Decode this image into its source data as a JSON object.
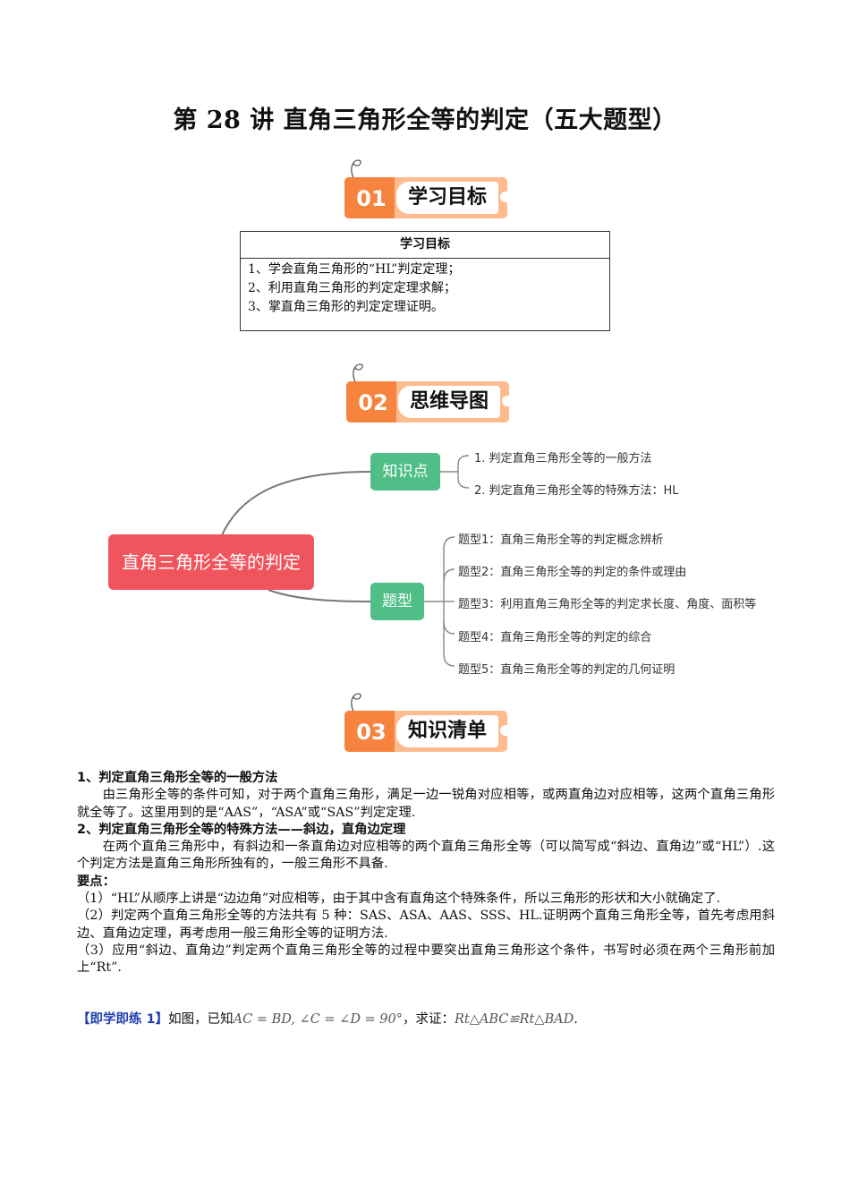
{
  "title": "第 28 讲  直角三角形全等的判定（五大题型）",
  "sections": [
    {
      "num": "01",
      "label": "学习目标"
    },
    {
      "num": "02",
      "label": "思维导图"
    },
    {
      "num": "03",
      "label": "知识清单"
    }
  ],
  "colors": {
    "banner_primary": "#f6843f",
    "banner_light": "#fdbb8e",
    "root_node": "#f0545c",
    "branch_node": "#4fbf87",
    "exercise_tag": "#1f3fb0"
  },
  "goals": {
    "header": "学习目标",
    "items": [
      "1、学会直角三角形的“HL”判定定理；",
      "2、利用直角三角形的判定定理求解；",
      "3、掌直角三角形的判定定理证明。"
    ]
  },
  "mindmap": {
    "root": "直角三角形全等的判定",
    "branches": [
      {
        "label": "知识点",
        "leaves": [
          "1. 判定直角三角形全等的一般方法",
          "2. 判定直角三角形全等的特殊方法：HL"
        ]
      },
      {
        "label": "题型",
        "leaves": [
          "题型1：直角三角形全等的判定概念辨析",
          "题型2：直角三角形全等的判定的条件或理由",
          "题型3：利用直角三角形全等的判定求长度、角度、面积等",
          "题型4：直角三角形全等的判定的综合",
          "题型5：直角三角形全等的判定的几何证明"
        ]
      }
    ]
  },
  "knowledge": {
    "h1": "1、判定直角三角形全等的一般方法",
    "p1": "由三角形全等的条件可知，对于两个直角三角形，满足一边一锐角对应相等，或两直角边对应相等，这两个直角三角形就全等了。这里用到的是“AAS”，“ASA”或“SAS”判定定理.",
    "h2": "2、判定直角三角形全等的特殊方法——斜边，直角边定理",
    "p2": "在两个直角三角形中，有斜边和一条直角边对应相等的两个直角三角形全等（可以简写成“斜边、直角边”或“HL”）.这个判定方法是直角三角形所独有的，一般三角形不具备.",
    "key_label": "要点：",
    "points": [
      "（1）“HL”从顺序上讲是“边边角”对应相等，由于其中含有直角这个特殊条件，所以三角形的形状和大小就确定了.",
      "（2）判定两个直角三角形全等的方法共有 5 种：SAS、ASA、AAS、SSS、HL.证明两个直角三角形全等，首先考虑用斜边、直角边定理，再考虑用一般三角形全等的证明方法.",
      "（3）应用“斜边、直角边”判定两个直角三角形全等的过程中要突出直角三角形这个条件，书写时必须在两个三角形前加上“Rt”."
    ]
  },
  "exercise": {
    "tag": "【即学即练 1】",
    "text1": "如图，已知",
    "math1": "AC = BD, ∠C = ∠D = 90°",
    "text2": "，求证：",
    "math2": "Rt△ABC≌Rt△BAD",
    "end": "."
  }
}
